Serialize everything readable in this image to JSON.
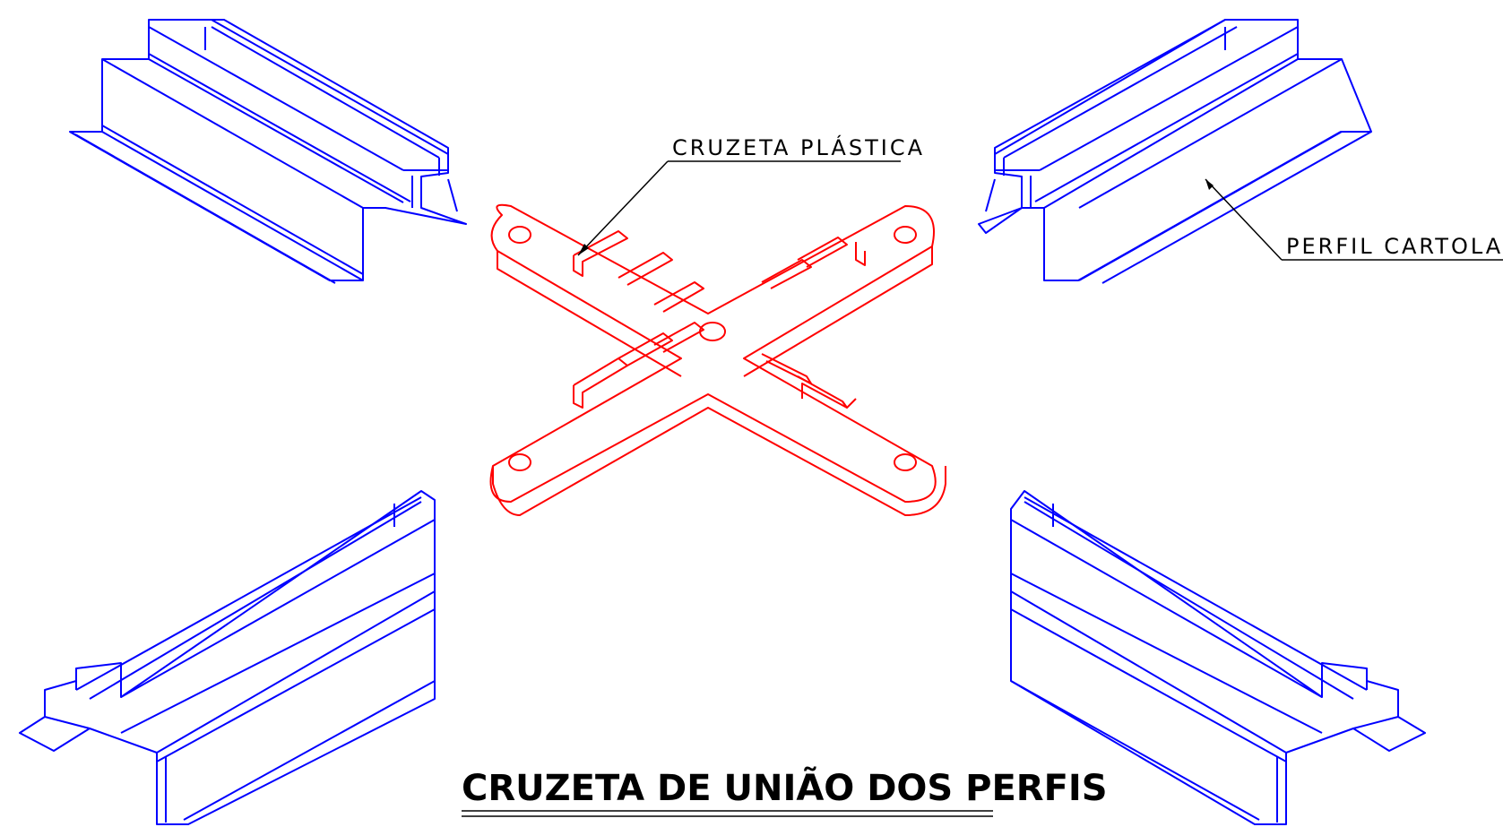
{
  "title": "CRUZETA DE UNIÃO DOS PERFIS",
  "labels": {
    "cruzeta": "CRUZETA  PLÁSTICA",
    "perfil": "PERFIL  CARTOLA"
  },
  "colors": {
    "profile": "#0000ff",
    "cruzeta": "#ff0000",
    "annotation": "#000000",
    "background": "#ffffff"
  }
}
